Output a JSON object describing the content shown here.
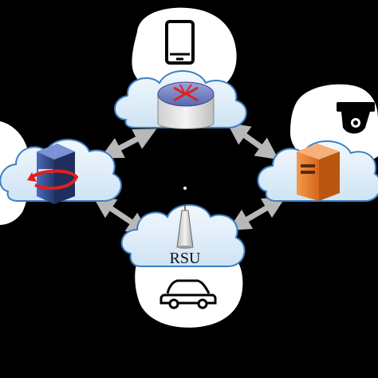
{
  "nodes": [
    {
      "id": "mobile-node",
      "icon": "smartphone-icon",
      "device": "router-icon"
    },
    {
      "id": "data-center-node",
      "device": "server-rack-icon"
    },
    {
      "id": "camera-node",
      "icon": "security-camera-icon",
      "device": "computer-tower-icon"
    },
    {
      "id": "vehicle-node",
      "icon": "car-icon",
      "device": "antenna-tower-icon",
      "label": "RSU"
    }
  ],
  "links": [
    {
      "from": "data-center-node",
      "to": "mobile-node",
      "style": "bidirectional"
    },
    {
      "from": "mobile-node",
      "to": "camera-node",
      "style": "bidirectional"
    },
    {
      "from": "data-center-node",
      "to": "vehicle-node",
      "style": "bidirectional"
    },
    {
      "from": "vehicle-node",
      "to": "camera-node",
      "style": "bidirectional"
    }
  ],
  "colors": {
    "background": "#000000",
    "cloud_fill": "#dcecf8",
    "cloud_stroke": "#3d7fc4",
    "halo_fill": "#ffffff",
    "arrow": "#b8b8b8",
    "router_arrow": "#e02020",
    "pc_orange": "#e87a2a"
  }
}
